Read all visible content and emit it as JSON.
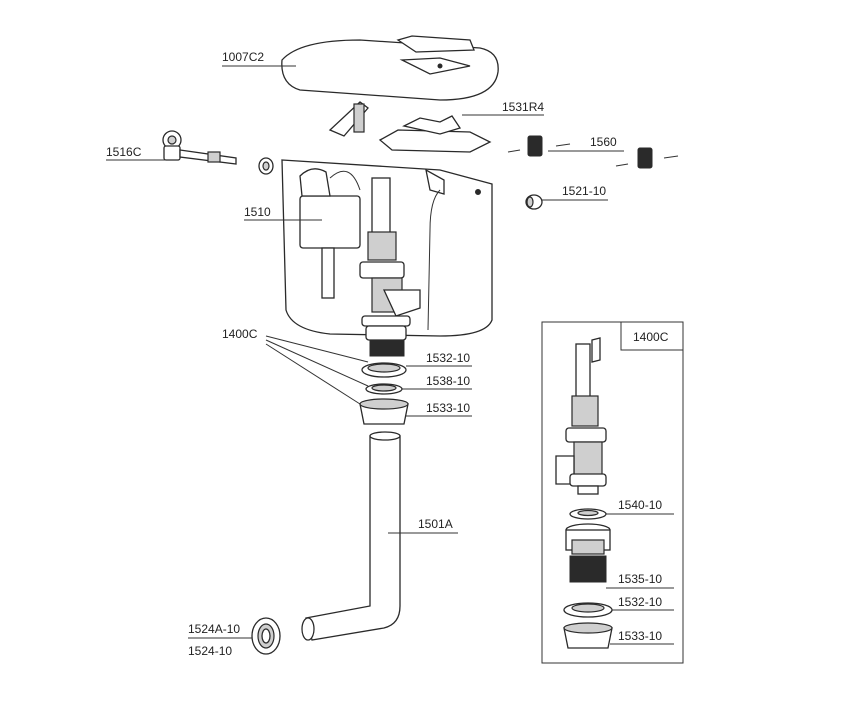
{
  "labels": {
    "lid": "1007C2",
    "push_button": "1531R4",
    "inlet_valve_connector": "1516C",
    "fill_valve": "1510",
    "flush_valve": "1400C",
    "bolt_set": "1560",
    "plug": "1521-10",
    "nut_top": "1532-10",
    "washer_top": "1538-10",
    "cone_washer": "1533-10",
    "flush_pipe": "1501A",
    "pipe_connector_a": "1524A-10",
    "pipe_connector_b": "1524-10",
    "detail_title": "1400C",
    "detail_washer": "1540-10",
    "detail_thread": "1535-10",
    "detail_nut": "1532-10",
    "detail_cone": "1533-10"
  }
}
